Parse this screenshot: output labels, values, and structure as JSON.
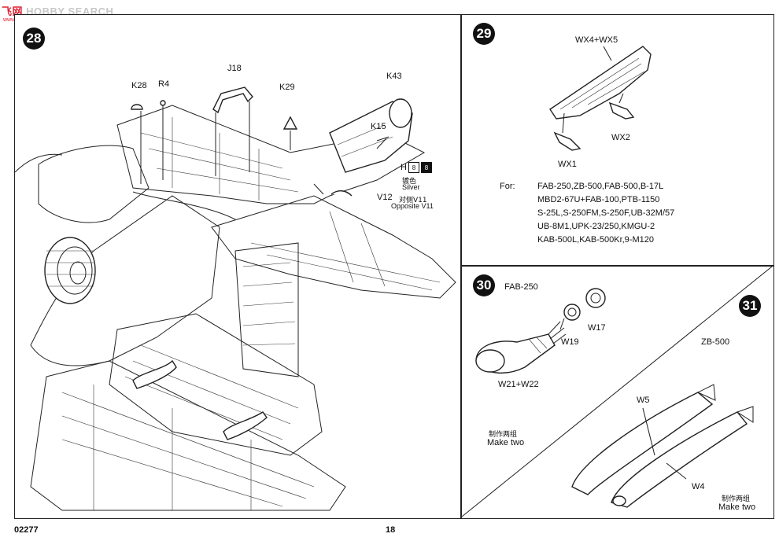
{
  "watermark": {
    "brand_left": "飞",
    "brand_right": "网",
    "brand_text": "HOBBY SEARCH",
    "sub": "www.hobby-search.com"
  },
  "steps": {
    "s28": "28",
    "s29": "29",
    "s30": "30",
    "s31": "31"
  },
  "panel28": {
    "labels": {
      "k28": "K28",
      "r4": "R4",
      "j18": "J18",
      "k29": "K29",
      "k43": "K43",
      "k15": "K15",
      "v12": "V12",
      "v11_cn": "对侧V11",
      "v11_en": "Opposite V11"
    },
    "color_code": {
      "letter": "H",
      "box1": "8",
      "box2": "8",
      "cn": "镀色",
      "en": "Silver"
    }
  },
  "panel29": {
    "labels": {
      "wx45": "WX4+WX5",
      "wx2": "WX2",
      "wx1": "WX1"
    },
    "for_label": "For:",
    "for_lines": [
      "FAB-250,ZB-500,FAB-500,B-17L",
      "MBD2-67U+FAB-100,PTB-1150",
      "S-25L,S-250FM,S-250F,UB-32M/57",
      "UB-8M1,UPK-23/250,KMGU-2",
      "KAB-500L,KAB-500Kr,9-M120"
    ]
  },
  "panel30": {
    "title": "FAB-250",
    "labels": {
      "w17": "W17",
      "w19": "W19",
      "w2122": "W21+W22"
    },
    "make_cn": "制作两组",
    "make_en": "Make two"
  },
  "panel31": {
    "title": "ZB-500",
    "labels": {
      "w5": "W5",
      "w4": "W4"
    },
    "make_cn": "制作两组",
    "make_en": "Make two"
  },
  "footer": {
    "code": "02277",
    "page": "18"
  }
}
